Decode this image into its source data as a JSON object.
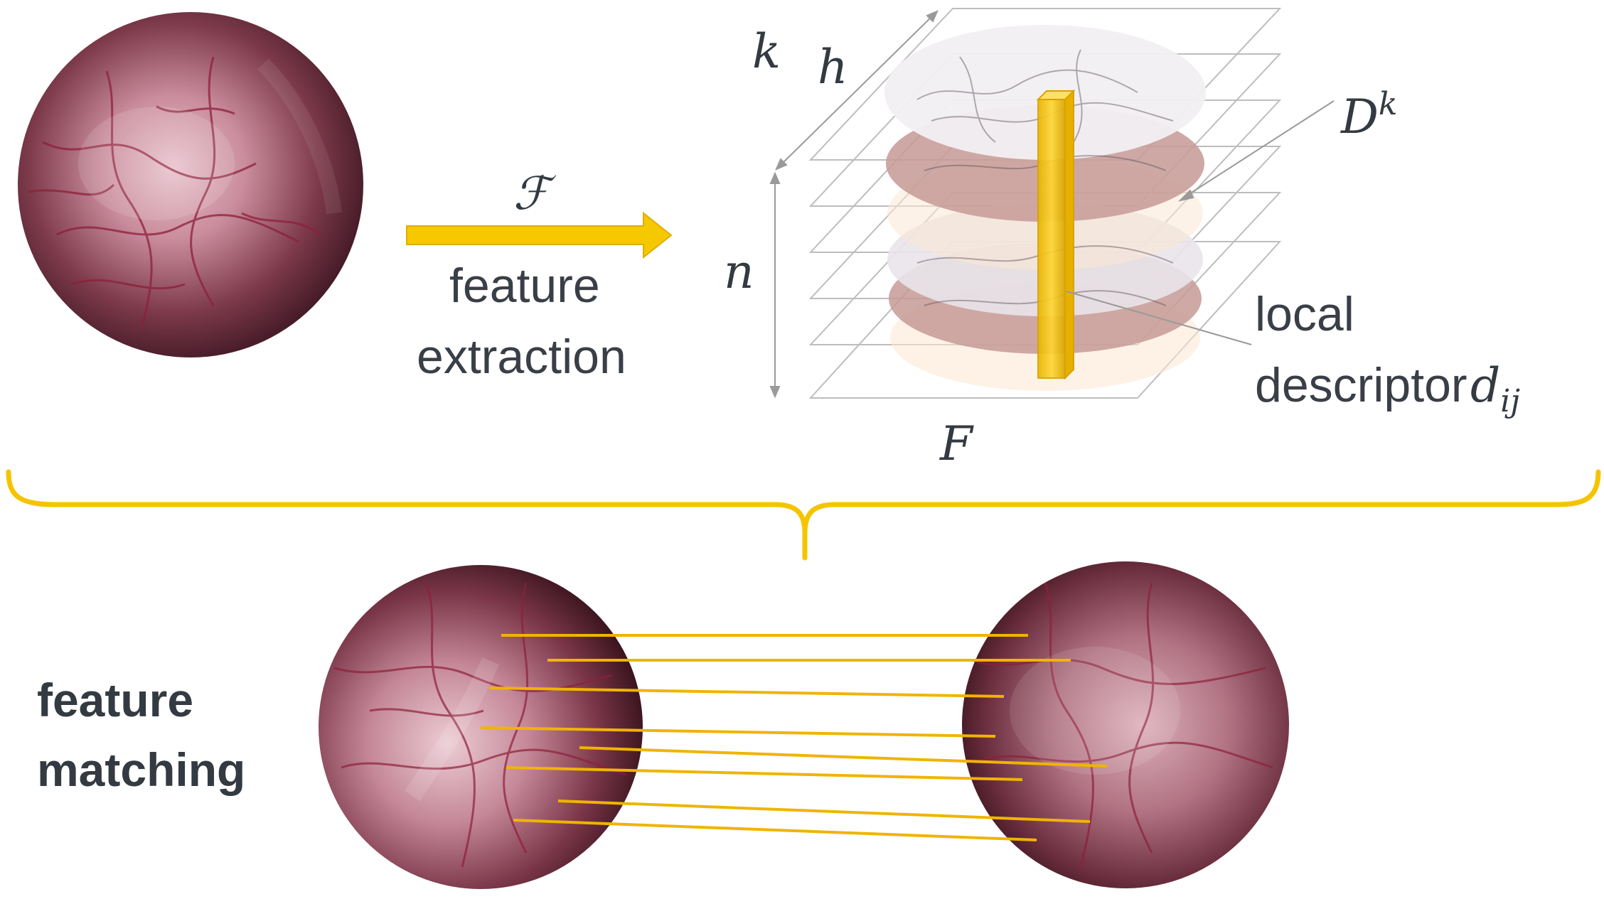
{
  "arrow_symbol": "ℱ",
  "arrow_label_line1": "feature",
  "arrow_label_line2": "extraction",
  "dims": {
    "k": "k",
    "h": "h",
    "n": "n",
    "F": "F"
  },
  "descriptor_stack": {
    "base": "D",
    "superscript": "k"
  },
  "local_descriptor": {
    "line1": "local",
    "line2": "descriptor",
    "var": "d",
    "subscript": "ij"
  },
  "matching_label_line1": "feature",
  "matching_label_line2": "matching",
  "colors": {
    "accent_yellow": "#f2c200",
    "match_line": "#f0b400",
    "text": "#3a3f47",
    "grid": "#b8b8b8",
    "tissue_dark": "#3d1620",
    "tissue_mid": "#8a4a5a",
    "tissue_light": "#d9a8b6"
  },
  "icons": [
    "endoscopic-image-icon",
    "feature-extraction-arrow-icon",
    "feature-map-stack-icon",
    "curly-brace-icon",
    "match-lines-icon"
  ]
}
